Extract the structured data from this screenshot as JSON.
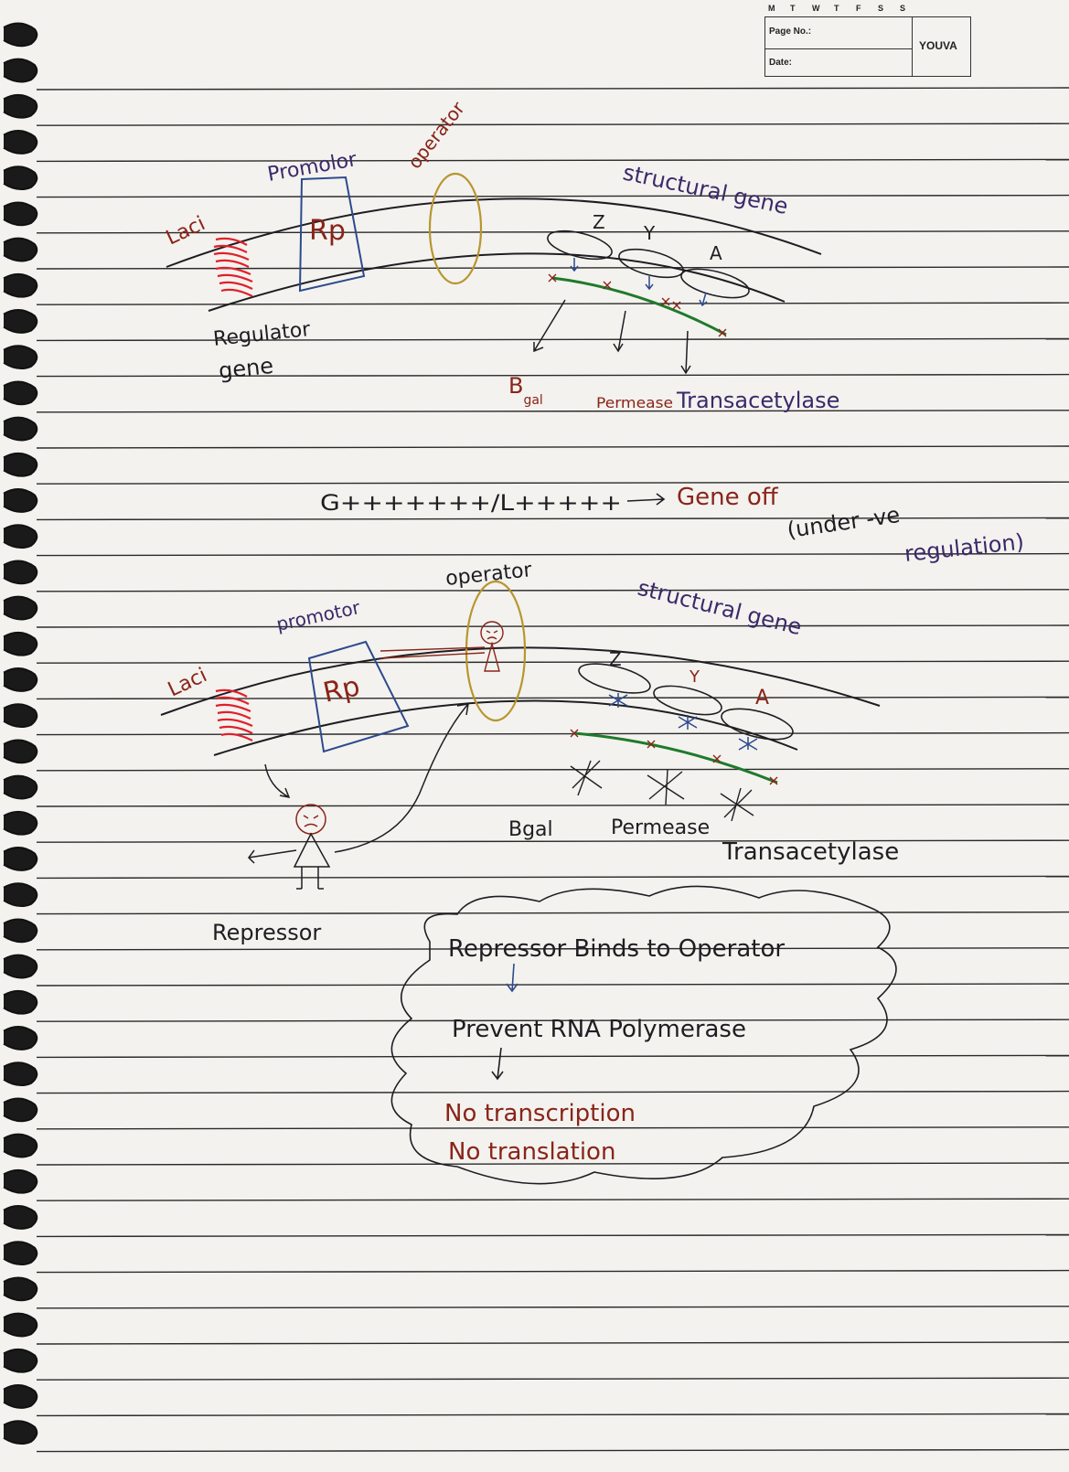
{
  "header": {
    "days": [
      "M",
      "T",
      "W",
      "T",
      "F",
      "S",
      "S"
    ],
    "page_no_label": "Page No.:",
    "date_label": "Date:",
    "brand": "YOUVA"
  },
  "diagram1": {
    "promotor": "Promolor",
    "operator": "operator",
    "structural_gene": "structural gene",
    "laci": "Laci",
    "rp": "Rp",
    "z": "Z",
    "y": "Y",
    "a": "A",
    "regulator_line1": "Regulator",
    "regulator_line2": "gene",
    "bgal_b": "B",
    "bgal_sub": "gal",
    "permease": "Permease",
    "transacetylase": "Transacetylase"
  },
  "middle": {
    "genotype": "G+++++++/L+++++",
    "gene_off": "Gene off",
    "note_line1": "(under -ve",
    "note_line2": "regulation)"
  },
  "diagram2": {
    "operator": "operator",
    "promotor": "promotor",
    "structural_gene": "structural gene",
    "laci": "Laci",
    "rp": "Rp",
    "z": "Z",
    "y": "Y",
    "a": "A",
    "bgal": "Bgal",
    "permease": "Permease",
    "transacetylase": "Transacetylase",
    "repressor": "Repressor"
  },
  "cloud": {
    "line1": "Repressor Binds to Operator",
    "line2": "Prevent RNA Polymerase",
    "line3": "No transcription",
    "line4": "No translation"
  },
  "colors": {
    "paper": "#f3f2ef",
    "rule": "#2a2a2a",
    "ink_black": "#1e1e22",
    "ink_purple": "#3a2a6a",
    "ink_brown": "#8a2418",
    "laci_red": "#e0202a",
    "promotor_blue": "#2d4a8c",
    "operator_yellow": "#b8962e",
    "mrna_green": "#1f7a2a"
  }
}
